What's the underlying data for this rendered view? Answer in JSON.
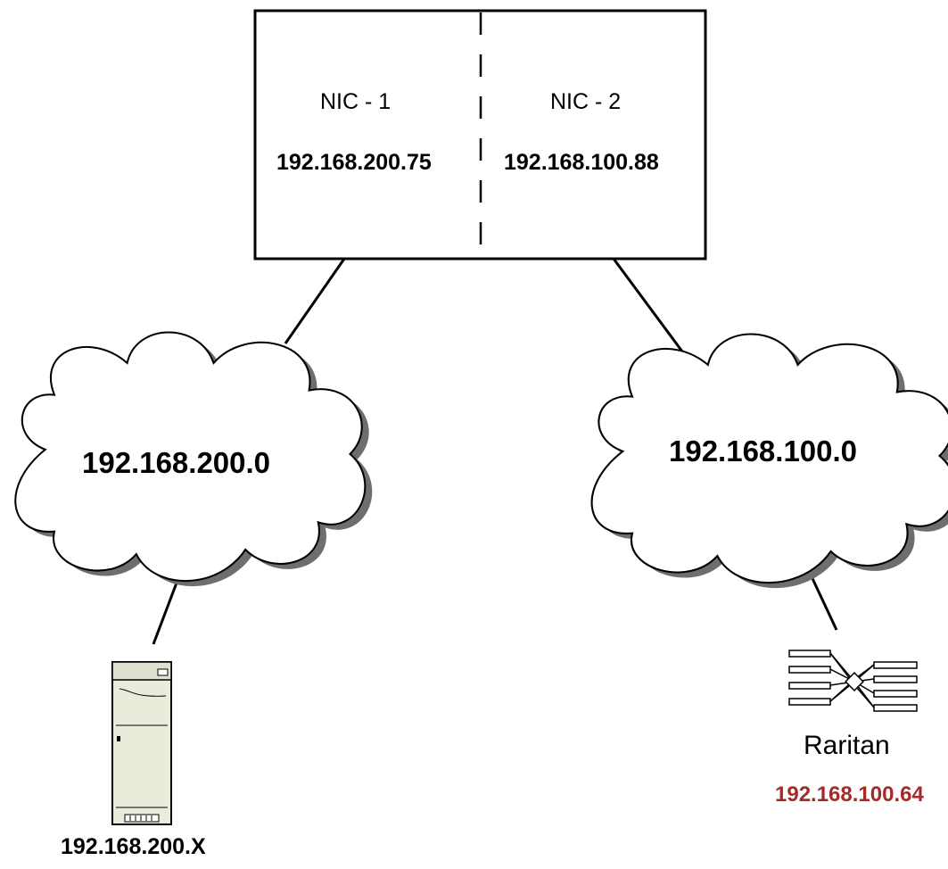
{
  "nic1": {
    "name": "NIC - 1",
    "ip": "192.168.200.75"
  },
  "nic2": {
    "name": "NIC - 2",
    "ip": "192.168.100.88"
  },
  "network_left": {
    "label": "192.168.200.0"
  },
  "network_right": {
    "label": "192.168.100.0"
  },
  "server": {
    "icon": "server-tower-icon",
    "ip": "192.168.200.X"
  },
  "raritan": {
    "icon": "raritan-switch-icon",
    "name": "Raritan",
    "ip": "192.168.100.64"
  },
  "colors": {
    "line": "#000000",
    "cloud_shadow": "#6e6e6e",
    "server_body": "#ebebdc",
    "accent_ip": "#a52a2a"
  }
}
